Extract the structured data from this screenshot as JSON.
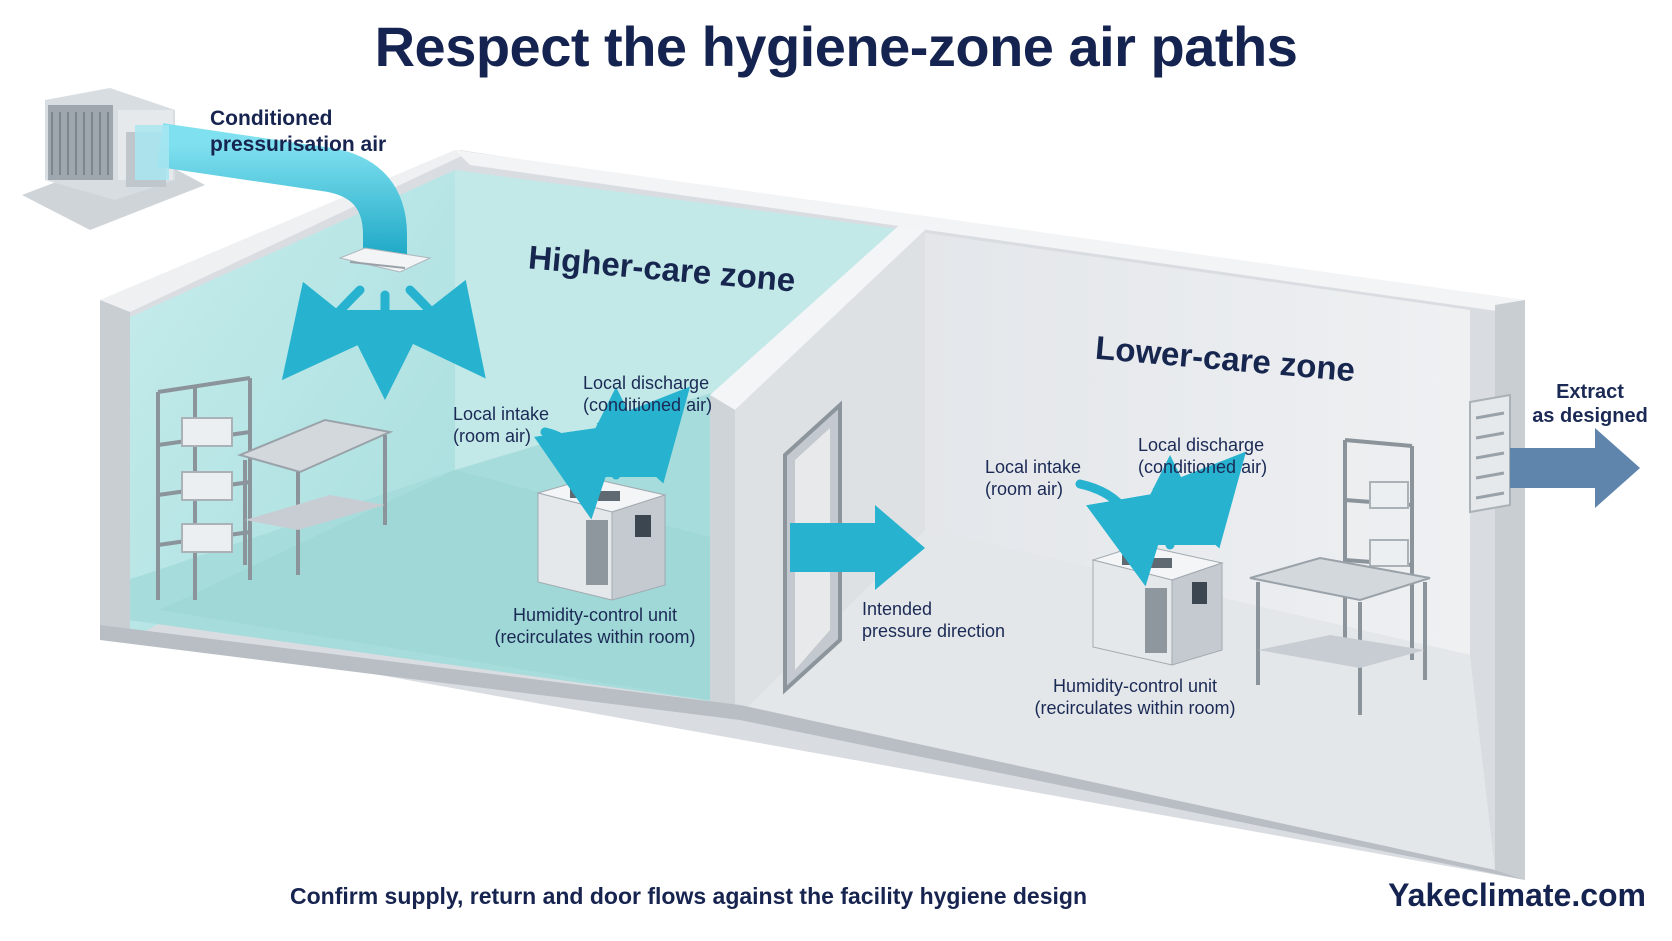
{
  "title": "Respect the hygiene-zone air paths",
  "labels": {
    "supply_air_line1": "Conditioned",
    "supply_air_line2": "pressurisation air",
    "higher_zone": "Higher-care zone",
    "lower_zone": "Lower-care zone",
    "higher_intake_line1": "Local intake",
    "higher_intake_line2": "(room air)",
    "higher_discharge_line1": "Local discharge",
    "higher_discharge_line2": "(conditioned air)",
    "higher_unit_line1": "Humidity-control unit",
    "higher_unit_line2": "(recirculates within room)",
    "pressure_line1": "Intended",
    "pressure_line2": "pressure direction",
    "lower_intake_line1": "Local intake",
    "lower_intake_line2": "(room air)",
    "lower_discharge_line1": "Local discharge",
    "lower_discharge_line2": "(conditioned air)",
    "lower_unit_line1": "Humidity-control unit",
    "lower_unit_line2": "(recirculates within room)",
    "extract_line1": "Extract",
    "extract_line2": "as designed"
  },
  "footer": "Confirm supply, return and door flows against the facility hygiene design",
  "brand": "Yakeclimate.com",
  "colors": {
    "title": "#14234f",
    "higher_zone_tint": "#bfe6e6",
    "lower_zone_tint": "#e9ecef",
    "airflow_arrow": "#27b3cf",
    "extract_arrow": "#5f85ad"
  },
  "icons": [
    "outdoor-condenser-unit-icon",
    "ceiling-diffuser-icon",
    "humidity-control-unit-icon",
    "storage-shelf-icon",
    "steel-table-icon",
    "door-frame-icon",
    "wall-louvre-icon"
  ]
}
